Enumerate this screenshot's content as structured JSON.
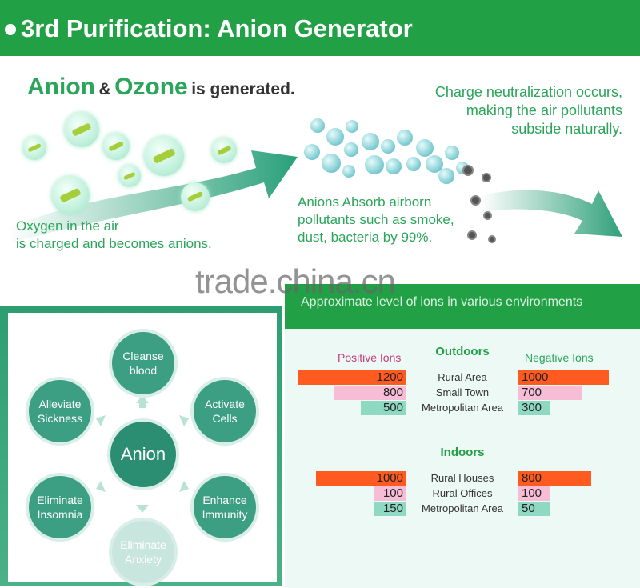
{
  "banner": {
    "title": "3rd Purification: Anion Generator"
  },
  "top": {
    "headline": {
      "anion": "Anion",
      "amp": "&",
      "ozone": "Ozone",
      "rest": "is generated."
    },
    "right_text": [
      "Charge neutralization occurs,",
      "making the air pollutants",
      "subside naturally."
    ],
    "left_text": [
      "Oxygen in the air",
      "is charged and becomes anions."
    ],
    "mid_text": [
      "Anions Absorb airborn",
      "pollutants such as smoke,",
      "dust, bacteria by 99%."
    ]
  },
  "watermark": "trade.china.cn",
  "benefits": {
    "center": "Anion",
    "items": [
      {
        "l1": "Cleanse",
        "l2": "blood"
      },
      {
        "l1": "Activate",
        "l2": "Cells"
      },
      {
        "l1": "Enhance",
        "l2": "Immunity"
      },
      {
        "l1": "Eliminate",
        "l2": "Anxiety"
      },
      {
        "l1": "Eliminate",
        "l2": "Insomnia"
      },
      {
        "l1": "Alleviate",
        "l2": "Sickness"
      }
    ]
  },
  "ions": {
    "heading": "Approximate level of ions in various environments",
    "positive_label": "Positive Ions",
    "negative_label": "Negative Ions",
    "colors": {
      "high": "#ff5a1f",
      "mid": "#f7bcd6",
      "low": "#8fd8c2"
    },
    "chart_data": {
      "type": "bar",
      "groups": [
        {
          "name": "Outdoors",
          "categories": [
            "Rural Area",
            "Small Town",
            "Metropolitan Area"
          ],
          "series": [
            {
              "name": "Positive Ions",
              "values": [
                1200,
                800,
                500
              ]
            },
            {
              "name": "Negative Ions",
              "values": [
                1000,
                700,
                300
              ]
            }
          ]
        },
        {
          "name": "Indoors",
          "categories": [
            "Rural Houses",
            "Rural Offices",
            "Metropolitan Area"
          ],
          "series": [
            {
              "name": "Positive Ions",
              "values": [
                1000,
                100,
                150
              ]
            },
            {
              "name": "Negative Ions",
              "values": [
                800,
                100,
                50
              ]
            }
          ]
        }
      ]
    }
  }
}
